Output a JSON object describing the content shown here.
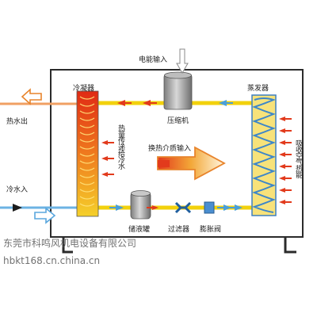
{
  "labels": {
    "power_input": "电能输入",
    "condenser": "冷凝器",
    "evaporator": "蒸发器",
    "compressor": "压缩机",
    "heat_out": "热水出",
    "cold_in": "冷水入",
    "heat_transfer": "热量传递给冷水",
    "exchange_input": "换热介质输入",
    "absorb_heat": "吸收空气热能",
    "receiver": "储液罐",
    "filter": "过滤器",
    "expansion": "膨胀阀"
  },
  "watermark": {
    "line1": "东莞市科鸣风机电设备有限公司",
    "line2": "hbkt168.cn.china.cn"
  },
  "colors": {
    "frame": "#2b2b2b",
    "pipe_yellow": "#f2d10c",
    "hot_red": "#e23a1c",
    "cold_blue": "#5aa7de",
    "arrow_outline": "#e8842c"
  }
}
